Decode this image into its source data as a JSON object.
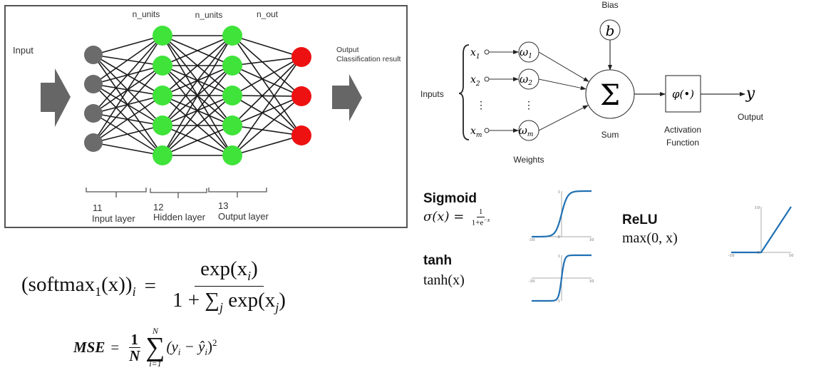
{
  "network": {
    "input_label": "Input",
    "output_label_line1": "Output",
    "output_label_line2": "Classification result",
    "column_headers": [
      "n_units",
      "n_units",
      "n_out"
    ],
    "layer_numbers": [
      "11",
      "12",
      "13"
    ],
    "layer_names": [
      "Input layer",
      "Hidden layer",
      "Output layer"
    ],
    "layers": [
      {
        "name": "input",
        "nodes": 4,
        "color": "#6b6b6b"
      },
      {
        "name": "hidden-1",
        "nodes": 5,
        "color": "#3fe33a"
      },
      {
        "name": "hidden-2",
        "nodes": 5,
        "color": "#3fe33a"
      },
      {
        "name": "output",
        "nodes": 3,
        "color": "#ee1111"
      }
    ],
    "arrow_color": "#666666"
  },
  "perceptron": {
    "bias_label": "Bias",
    "bias_symbol": "b",
    "inputs_label": "Inputs",
    "inputs": [
      {
        "x": "x",
        "sub": "1",
        "w": "ω",
        "wsub": "1"
      },
      {
        "x": "x",
        "sub": "2",
        "w": "ω",
        "wsub": "2"
      },
      {
        "x": "x",
        "sub": "m",
        "w": "ω",
        "wsub": "m"
      }
    ],
    "ellipsis": "⋮",
    "weights_label": "Weights",
    "sum_symbol": "Σ",
    "sum_label": "Sum",
    "activation_symbol": "φ(•)",
    "activation_label_line1": "Activation",
    "activation_label_line2": "Function",
    "output_symbol": "y",
    "output_label": "Output"
  },
  "activations": {
    "sigmoid": {
      "title": "Sigmoid",
      "lhs": "σ(x) =",
      "num": "1",
      "den": "1+e",
      "den_sup": "−x"
    },
    "tanh": {
      "title": "tanh",
      "formula": "tanh(x)"
    },
    "relu": {
      "title": "ReLU",
      "formula": "max(0, x)"
    }
  },
  "chart_data": [
    {
      "type": "line",
      "title": "Sigmoid",
      "function": "1/(1+exp(-x))",
      "xlim": [
        -10,
        10
      ],
      "ylim": [
        0,
        1
      ],
      "x_tick_labels": [
        "-10",
        "10"
      ],
      "y_tick_labels": [
        "0",
        "1"
      ],
      "color": "#1f6fb4"
    },
    {
      "type": "line",
      "title": "tanh",
      "function": "tanh(x)",
      "xlim": [
        -10,
        10
      ],
      "ylim": [
        -1,
        1
      ],
      "x_tick_labels": [
        "-10",
        "10"
      ],
      "y_tick_labels": [
        "-1",
        "1"
      ],
      "color": "#1f6fb4"
    },
    {
      "type": "line",
      "title": "ReLU",
      "function": "max(0,x)",
      "xlim": [
        -10,
        10
      ],
      "ylim": [
        0,
        10
      ],
      "x_tick_labels": [
        "-10",
        "10"
      ],
      "y_tick_labels": [
        "0",
        "10"
      ],
      "color": "#1f6fb4"
    }
  ],
  "equations": {
    "softmax": {
      "lhs_open": "(softmax",
      "lhs_sub": "1",
      "lhs_close": "(x))",
      "lhs_outer_sub": "i",
      "equals": "=",
      "numerator": "exp(x",
      "numerator_sub": "i",
      "numerator_close": ")",
      "den_prefix": "1 + ∑",
      "den_sum_sub": "j",
      "den_exp": "exp(x",
      "den_exp_sub": "j",
      "den_close": ")"
    },
    "mse": {
      "lhs": "MSE",
      "equals": "=",
      "num": "1",
      "den": "N",
      "sum_symbol": "∑",
      "sum_upper": "N",
      "sum_lower": "i=1",
      "body_open": "(y",
      "body_sub1": "i",
      "body_minus": " − ŷ",
      "body_sub2": "i",
      "body_close": ")",
      "body_sup": "2"
    }
  }
}
